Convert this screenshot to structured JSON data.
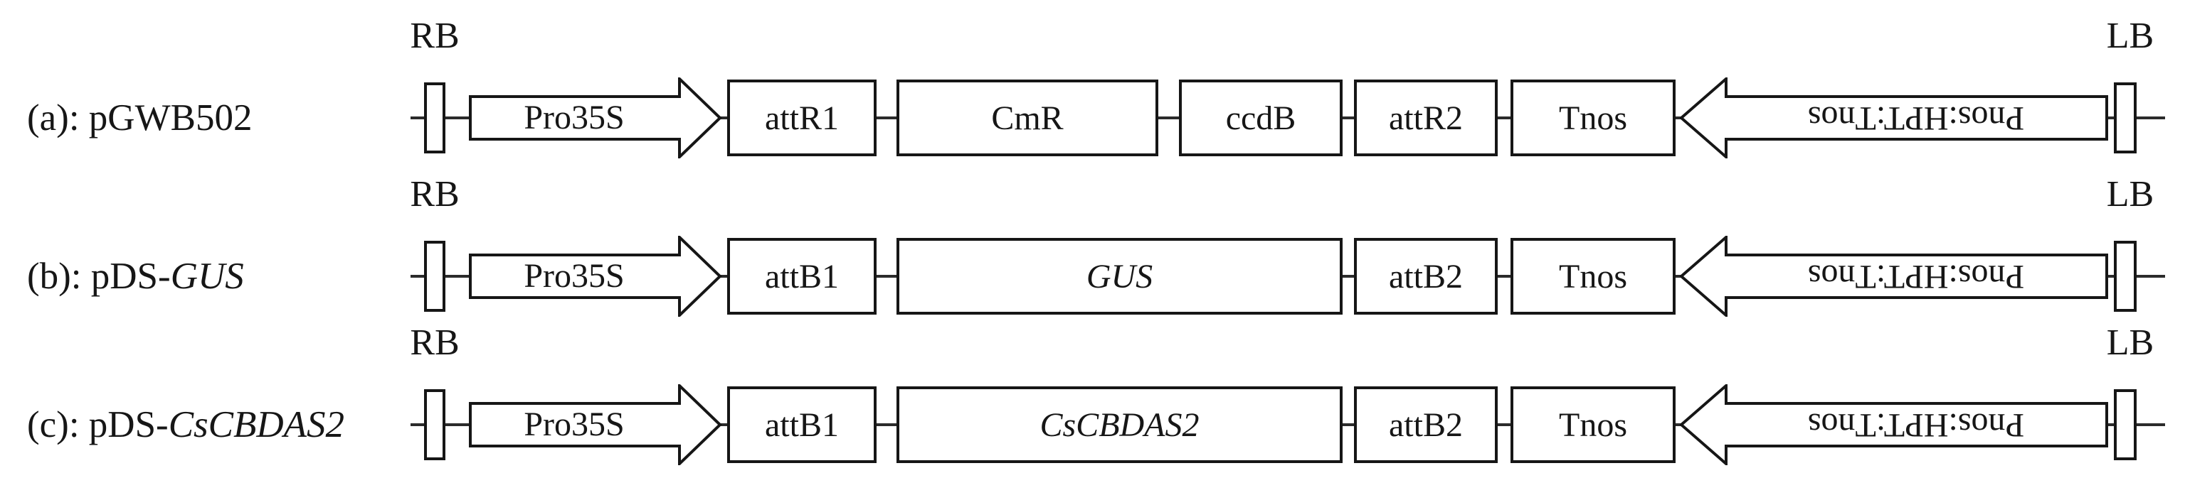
{
  "colors": {
    "ink": "#161616",
    "background": "#ffffff"
  },
  "rows": [
    {
      "panel": "a",
      "label_prefix": "(a): pGWB502",
      "label_italic": "",
      "rb": "RB",
      "lb": "LB",
      "promoter": "Pro35S",
      "hpt_cassette": "Pnos:HPT:Tnos",
      "boxes": [
        {
          "text": "attR1",
          "italic": false
        },
        {
          "text": "CmR",
          "italic": false
        },
        {
          "text": "ccdB",
          "italic": false
        },
        {
          "text": "attR2",
          "italic": false
        },
        {
          "text": "Tnos",
          "italic": false
        }
      ]
    },
    {
      "panel": "b",
      "label_prefix": "(b): pDS-",
      "label_italic": "GUS",
      "rb": "RB",
      "lb": "LB",
      "promoter": "Pro35S",
      "hpt_cassette": "Pnos:HPT:Tnos",
      "boxes": [
        {
          "text": "attB1",
          "italic": false
        },
        {
          "text": "GUS",
          "italic": true
        },
        {
          "text": "attB2",
          "italic": false
        },
        {
          "text": "Tnos",
          "italic": false
        }
      ]
    },
    {
      "panel": "c",
      "label_prefix": "(c): pDS-",
      "label_italic": "CsCBDAS2",
      "rb": "RB",
      "lb": "LB",
      "promoter": "Pro35S",
      "hpt_cassette": "Pnos:HPT:Tnos",
      "boxes": [
        {
          "text": "attB1",
          "italic": false
        },
        {
          "text": "CsCBDAS2",
          "italic": true
        },
        {
          "text": "attB2",
          "italic": false
        },
        {
          "text": "Tnos",
          "italic": false
        }
      ]
    }
  ]
}
